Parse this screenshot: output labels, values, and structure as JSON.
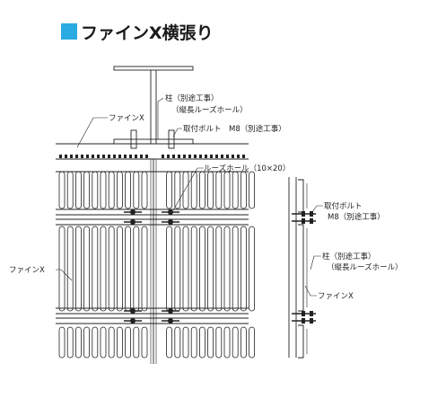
{
  "title": {
    "text": "ファインX横張り",
    "accent_color": "#29abe2"
  },
  "labels": {
    "column_main": "柱（別途工事）",
    "column_note": "（縦長ルーズホール）",
    "finex_top": "ファインX",
    "bolt_main": "取付ボルト　M8（別途工事）",
    "loose_hole": "ルーズホール（10×20）",
    "finex_left": "ファインX",
    "side_bolt_1": "取付ボルト",
    "side_bolt_2": "M8（別途工事）",
    "side_column_1": "柱（別途工事）",
    "side_column_2": "（縦長ルーズホール）",
    "side_finex": "ファインX"
  }
}
